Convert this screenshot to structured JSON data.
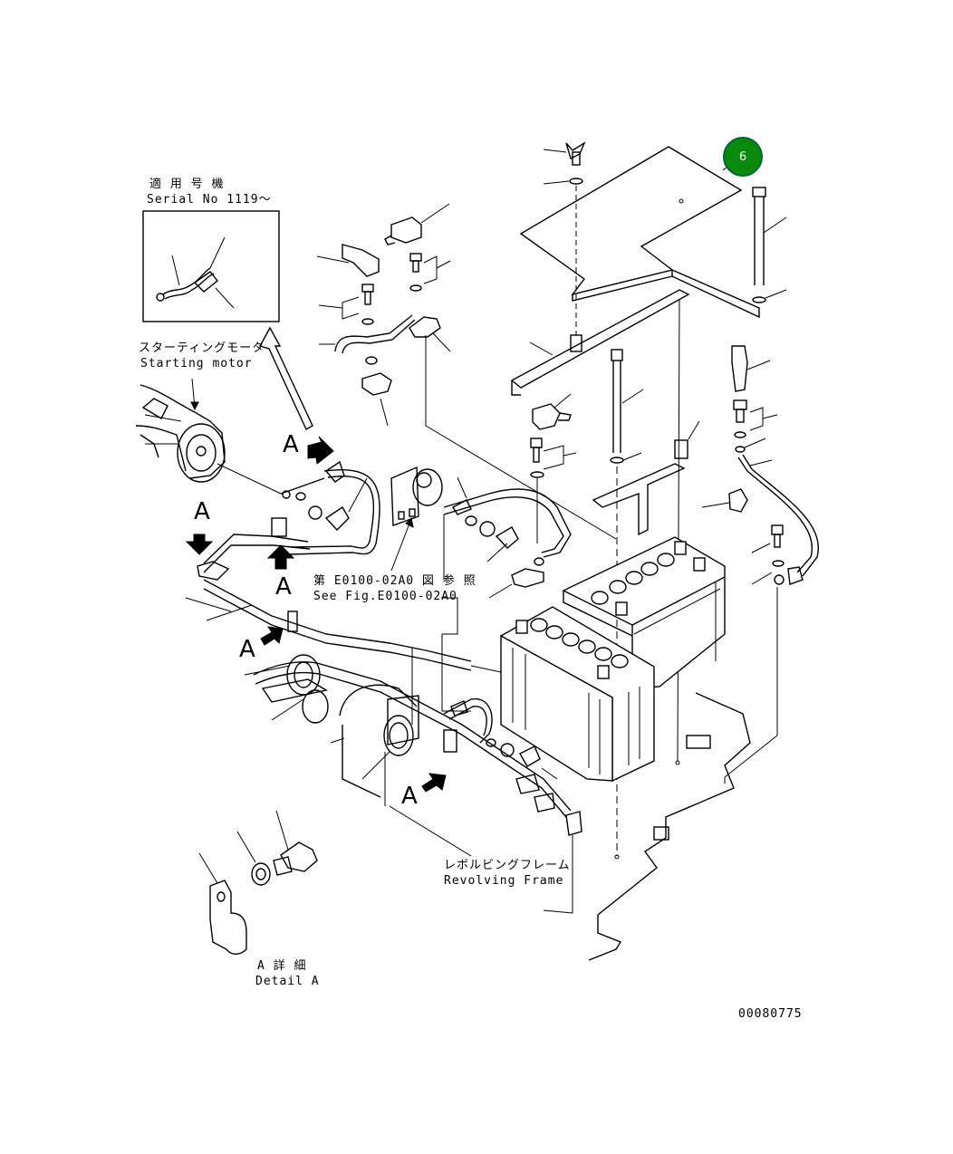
{
  "labels": {
    "serial_jp": "適 用 号 機",
    "serial_en": "Serial No 1119～",
    "starting_motor_jp": "スターティングモータ",
    "starting_motor_en": "Starting motor",
    "see_fig_jp": "第 E0100-02A0 図 参 照",
    "see_fig_en": "See Fig.E0100-02A0",
    "frame_jp": "レボルビングフレーム",
    "frame_en": "Revolving Frame",
    "detail_jp": "A 詳 細",
    "detail_en": "Detail A",
    "drawing_number": "00080775"
  },
  "view_markers": [
    "A",
    "A",
    "A",
    "A",
    "A"
  ],
  "callout": {
    "number": "6",
    "color": "#0a8a0a"
  }
}
